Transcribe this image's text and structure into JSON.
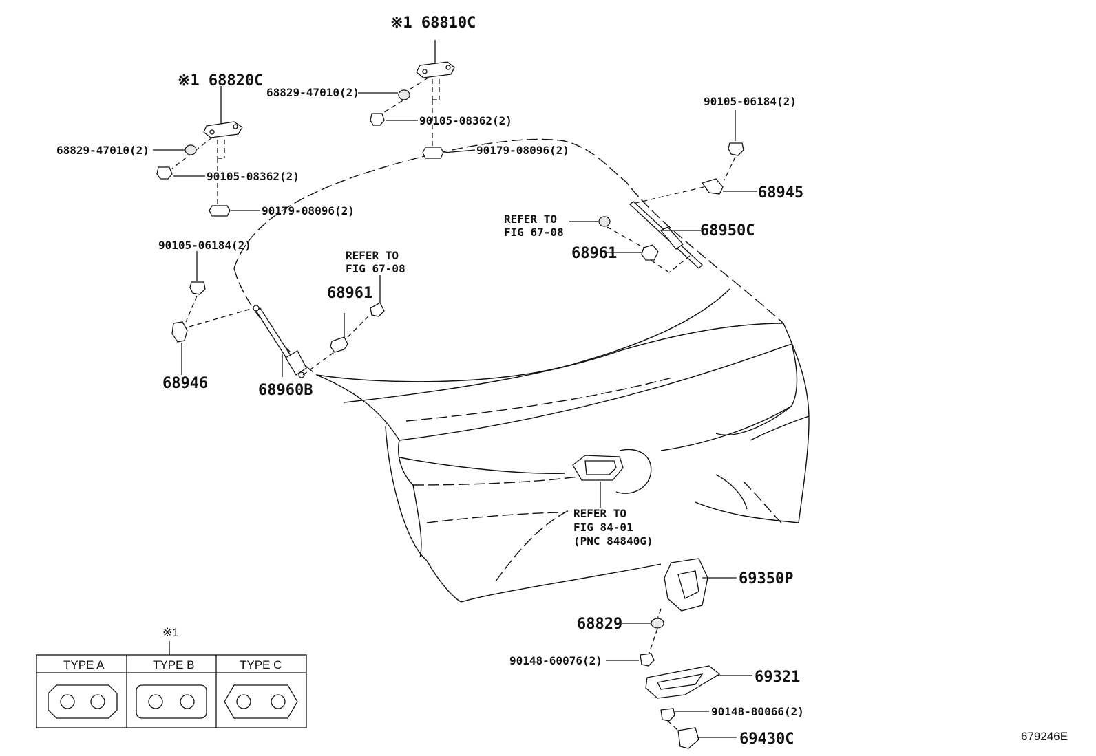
{
  "labels": {
    "p68810c": "※1 68810C",
    "p68820c": "※1 68820C",
    "p68829_a": "68829-47010(2)",
    "p68829_b": "68829-47010(2)",
    "p90105_a": "90105-08362(2)",
    "p90105_b": "90105-08362(2)",
    "p90179_a": "90179-08096(2)",
    "p90179_b": "90179-08096(2)",
    "p90105_06184_a": "90105-06184(2)",
    "p90105_06184_b": "90105-06184(2)",
    "p68945": "68945",
    "p68950c": "68950C",
    "p68961_a": "68961",
    "p68961_b": "68961",
    "p68946": "68946",
    "p68960b": "68960B",
    "refer_a_1": "REFER TO",
    "refer_a_2": "FIG 67-08",
    "refer_b_1": "REFER TO",
    "refer_b_2": "FIG 67-08",
    "refer_c_1": "REFER TO",
    "refer_c_2": "FIG 84-01",
    "refer_c_3": "(PNC 84840G)",
    "p69350p": "69350P",
    "p68829": "68829",
    "p90148_60076": "90148-60076(2)",
    "p69321": "69321",
    "p90148_80066": "90148-80066(2)",
    "p69430c": "69430C",
    "legend_note": "※1",
    "type_a": "TYPE A",
    "type_b": "TYPE B",
    "type_c": "TYPE C",
    "figure_id": "679246E"
  }
}
